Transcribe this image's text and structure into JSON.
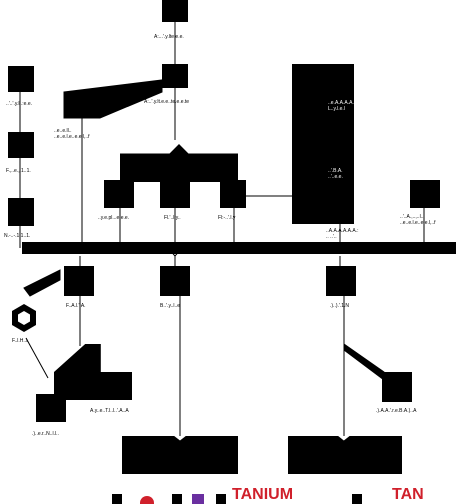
{
  "nodes": {
    "top_label": "A:...'.y.lte.e.e.",
    "second_label": "A:..'.y.lt.e.e..te.e.e.te",
    "left_a_label": "..'..'.y.l..:e.e.",
    "left_b_label": "F.,..e.,.1..1.",
    "left_c_label": "N.-..-.1.1..1.",
    "mid_left_label": "..e..e.ll..\n..e..e.l.e..e.e.l,..f",
    "right_stack_label_1": "..e.A.A.A.A.,\nL..y.l.e.l",
    "right_stack_label_2": "..'.B.A.\n..'..e.e.",
    "far_right_label": "..'..A.,..,..l..\n..e..e.l.e..e.e.l,..f",
    "branch_1": "..y.e.pl...e.e.e.",
    "branch_2": "Fl.'..l.y..",
    "branch_3": "Fl:-..'.l.y",
    "branch_4": "..A.A.A.A.A.A.:\n.. ..'..",
    "bar_item_1": "F..A.l.'.A.",
    "bar_item_2": "B..'.y..l..e",
    "bar_item_3": ".)..).'.1.N",
    "hex_label": "F..l.H..t",
    "lower_left_label": ".)..e.r..N..l.l..",
    "lower_mid_label": "A.y..e..T.l..l..'.A..A",
    "lower_right_label": ".).A.A.'.r.e.B.A.)..A"
  },
  "footer": {
    "logo_1": "TANIUM",
    "logo_2": "TAN"
  },
  "colors": {
    "ink": "#000000",
    "brand_red": "#d0202b",
    "accent_purple": "#6a2fa0"
  }
}
